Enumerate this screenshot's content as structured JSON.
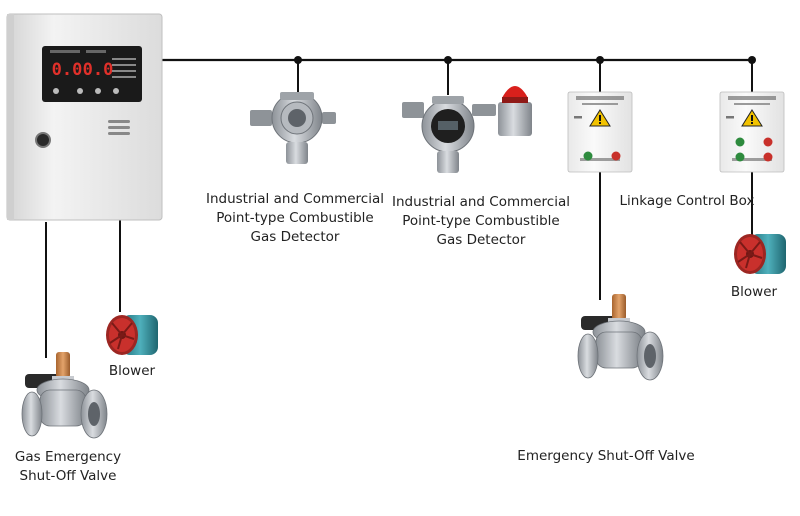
{
  "labels": {
    "detector_1": [
      "Industrial and Commercial",
      "Point-type Combustible",
      "Gas Detector"
    ],
    "detector_2": [
      "Industrial and Commercial",
      "Point-type Combustible",
      "Gas Detector"
    ],
    "linkage_box": "Linkage Control Box",
    "blower_left": "Blower",
    "blower_right": "Blower",
    "valve_left": [
      "Gas Emergency",
      "Shut-Off Valve"
    ],
    "valve_right": "Emergency Shut-Off Valve"
  },
  "controller": {
    "display_digits": "0.0",
    "display_digits_2": "0.0"
  },
  "colors": {
    "wire": "#111111",
    "cabinet": "#ececec",
    "panel": "#1a1a1a",
    "led": "#e0302a",
    "blower_shell": "#2f8a96",
    "blower_fan": "#c9302c",
    "valve_body": "#a9adb3",
    "valve_cap": "#c9834a",
    "warning": "#f2c200",
    "alarm_light": "#d9201c"
  },
  "icons": [
    "controller-cabinet",
    "gas-detector",
    "gas-detector-with-alarm-light",
    "linkage-control-box",
    "blower-fan",
    "shut-off-valve"
  ]
}
